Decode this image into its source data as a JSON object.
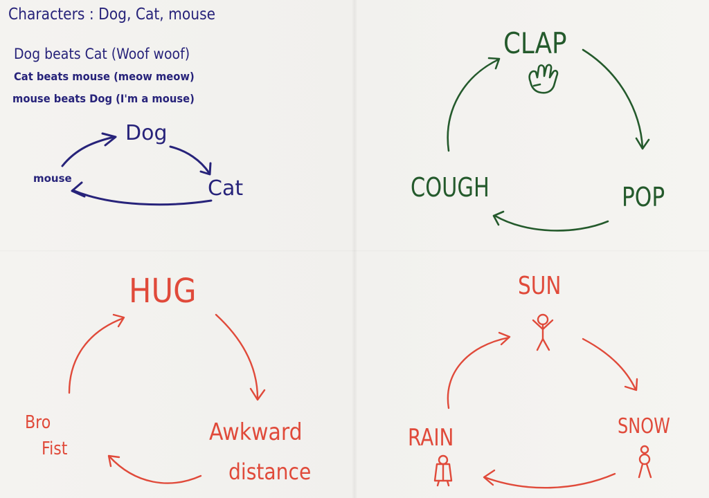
{
  "colors": {
    "blue": "#27237a",
    "green": "#245a2c",
    "red": "#e04a3a"
  },
  "dog_cat_mouse": {
    "characters": "Characters : Dog, Cat, mouse",
    "rule1": "Dog beats Cat (Woof woof)",
    "rule2": "Cat beats mouse (meow meow)",
    "rule3": "mouse beats Dog (I'm a mouse)",
    "node_dog": "Dog",
    "node_cat": "Cat",
    "node_mouse": "mouse"
  },
  "clap_pop_cough": {
    "node_clap": "CLAP",
    "node_pop": "POP",
    "node_cough": "COUGH",
    "clap_icon": "hand-icon"
  },
  "hug_awkward_brofist": {
    "node_hug": "HUG",
    "node_awkward_1": "Awkward",
    "node_awkward_2": "distance",
    "node_bro_1": "Bro",
    "node_bro_2": "Fist"
  },
  "sun_snow_rain": {
    "node_sun": "SUN",
    "node_snow": "SNOW",
    "node_rain": "RAIN",
    "sun_icon": "stick-figure-arms-up-icon",
    "snow_icon": "stick-figure-snowman-icon",
    "rain_icon": "stick-figure-cloak-icon"
  }
}
